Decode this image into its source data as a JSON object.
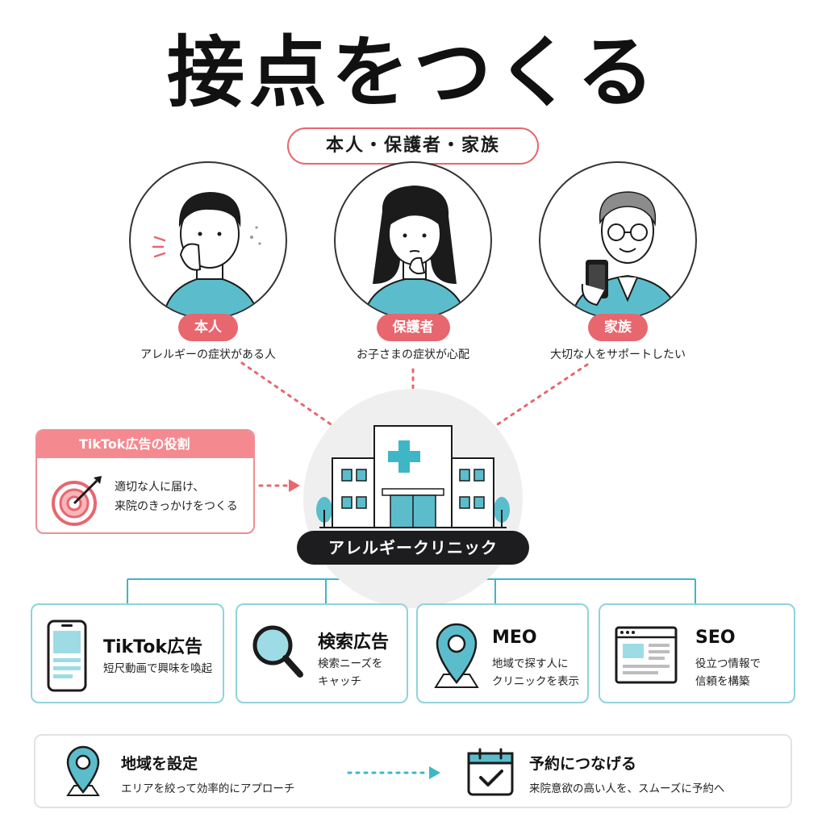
{
  "title": "接点をつくる",
  "audience_label": "本人・保護者・家族",
  "personas": [
    {
      "tag": "本人",
      "desc": "アレルギーの症状がある人"
    },
    {
      "tag": "保護者",
      "desc": "お子さまの症状が心配"
    },
    {
      "tag": "家族",
      "desc": "大切な人をサポートしたい"
    }
  ],
  "role": {
    "header": "TikTok広告の役割",
    "line1": "適切な人に届け、",
    "line2": "来院のきっかけをつくる"
  },
  "clinic": {
    "label": "アレルギークリニック"
  },
  "channels": [
    {
      "name": "TikTok広告",
      "desc1": "短尺動画で興味を喚起",
      "desc2": ""
    },
    {
      "name": "検索広告",
      "desc1": "検索ニーズを",
      "desc2": "キャッチ"
    },
    {
      "name": "MEO",
      "desc1": "地域で探す人に",
      "desc2": "クリニックを表示"
    },
    {
      "name": "SEO",
      "desc1": "役立つ情報で",
      "desc2": "信頼を構築"
    }
  ],
  "bottom": {
    "left": {
      "title": "地域を設定",
      "desc": "エリアを絞って効率的にアプローチ"
    },
    "right": {
      "title": "予約につなげる",
      "desc": "来院意欲の高い人を、スムーズに予約へ"
    }
  },
  "colors": {
    "accent_red": "#e8666e",
    "accent_teal": "#3fb6c6",
    "dark": "#1d1d1f"
  },
  "icons": [
    "target-icon",
    "hospital-icon",
    "smartphone-icon",
    "magnifier-icon",
    "map-pin-icon",
    "webpage-icon",
    "calendar-check-icon"
  ]
}
